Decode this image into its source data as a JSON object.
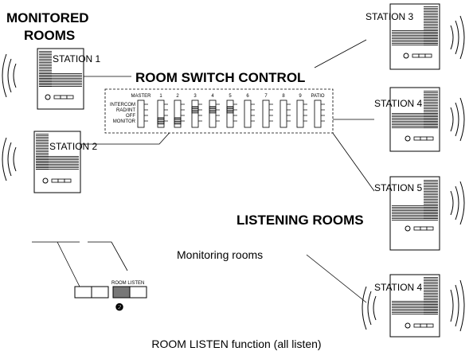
{
  "headings": {
    "monitored_line1": "MONITORED",
    "monitored_line2": "ROOMS",
    "room_switch_control": "ROOM SWITCH CONTROL",
    "listening_rooms": "LISTENING ROOMS",
    "monitoring_rooms": "Monitoring rooms"
  },
  "caption": "ROOM LISTEN function (all listen)",
  "stations": {
    "s1": "STATION 1",
    "s2": "STATION 2",
    "s3": "STATION 3",
    "s4a": "STATION 4",
    "s5": "STATION 5",
    "s4b": "STATION 4"
  },
  "panel": {
    "columns": [
      "MASTER",
      "1",
      "2",
      "3",
      "4",
      "5",
      "6",
      "7",
      "8",
      "9",
      "PATIO"
    ],
    "positions": [
      "INTERCOM",
      "RAD/INT",
      "OFF",
      "MONITOR"
    ]
  },
  "button_panel": {
    "label": "ROOM LISTEN",
    "number": "❷"
  }
}
